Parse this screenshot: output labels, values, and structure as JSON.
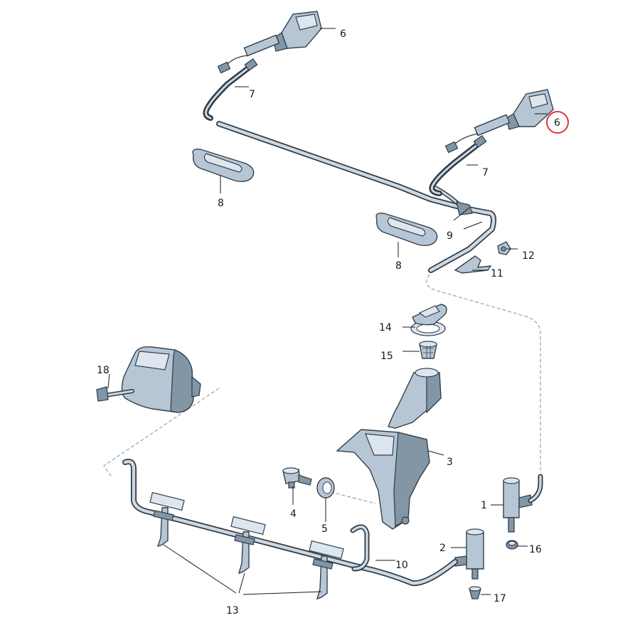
{
  "labels": {
    "l1": "1",
    "l2": "2",
    "l3": "3",
    "l4": "4",
    "l5": "5",
    "l6a": "6",
    "l6b": "6",
    "l7a": "7",
    "l7b": "7",
    "l8a": "8",
    "l8b": "8",
    "l9": "9",
    "l10": "10",
    "l11": "11",
    "l12": "12",
    "l13": "13",
    "l14": "14",
    "l15": "15",
    "l16": "16",
    "l17": "17",
    "l18": "18"
  },
  "highlight": {
    "label": "l6b",
    "color": "#e0202a"
  }
}
